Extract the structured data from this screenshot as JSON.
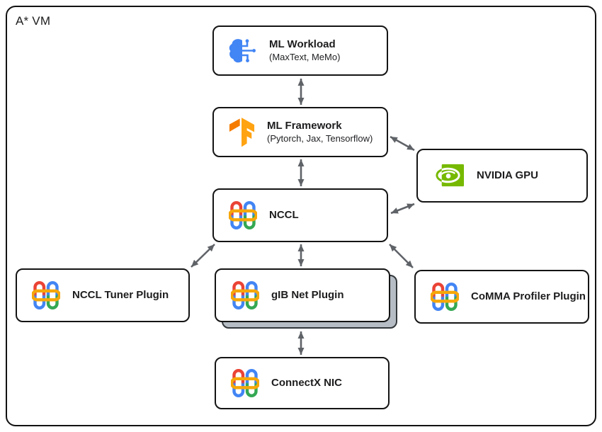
{
  "frame": {
    "label": "A* VM"
  },
  "palette": {
    "box_border": "#141414",
    "arrow_gray": "#5f6368",
    "google_blue": "#4285F4",
    "google_red": "#EA4335",
    "google_yellow": "#F5A70A",
    "google_green": "#34A853",
    "tf_orange_dark": "#F57C00",
    "tf_orange_light": "#FFA312",
    "nvidia_green": "#76B900",
    "stack_shadow_fill": "#b6bdc4"
  },
  "nodes": {
    "ml_workload": {
      "title": "ML Workload",
      "subtitle": "(MaxText, MeMo)",
      "icon": "brain-circuit-icon"
    },
    "ml_framework": {
      "title": "ML Framework",
      "subtitle": "(Pytorch, Jax, Tensorflow)",
      "icon": "tensorflow-icon"
    },
    "nvidia_gpu": {
      "title": "NVIDIA GPU",
      "icon": "nvidia-eye-icon"
    },
    "nccl": {
      "title": "NCCL",
      "icon": "chain-links-icon"
    },
    "nccl_tuner": {
      "title": "NCCL Tuner Plugin",
      "icon": "chain-links-icon"
    },
    "gib_net": {
      "title": "gIB Net Plugin",
      "icon": "chain-links-icon",
      "stacked": true
    },
    "comma_profiler": {
      "title": "CoMMA Profiler Plugin",
      "icon": "chain-links-icon"
    },
    "connectx_nic": {
      "title": "ConnectX NIC",
      "icon": "chain-links-icon"
    }
  },
  "edges": [
    {
      "from": "ml_workload",
      "to": "ml_framework",
      "style": "bidirectional"
    },
    {
      "from": "ml_framework",
      "to": "nccl",
      "style": "bidirectional"
    },
    {
      "from": "ml_framework",
      "to": "nvidia_gpu",
      "style": "bidirectional"
    },
    {
      "from": "nccl",
      "to": "nvidia_gpu",
      "style": "bidirectional"
    },
    {
      "from": "nccl",
      "to": "nccl_tuner",
      "style": "bidirectional"
    },
    {
      "from": "nccl",
      "to": "gib_net",
      "style": "bidirectional"
    },
    {
      "from": "nccl",
      "to": "comma_profiler",
      "style": "bidirectional"
    },
    {
      "from": "gib_net",
      "to": "connectx_nic",
      "style": "bidirectional"
    }
  ]
}
